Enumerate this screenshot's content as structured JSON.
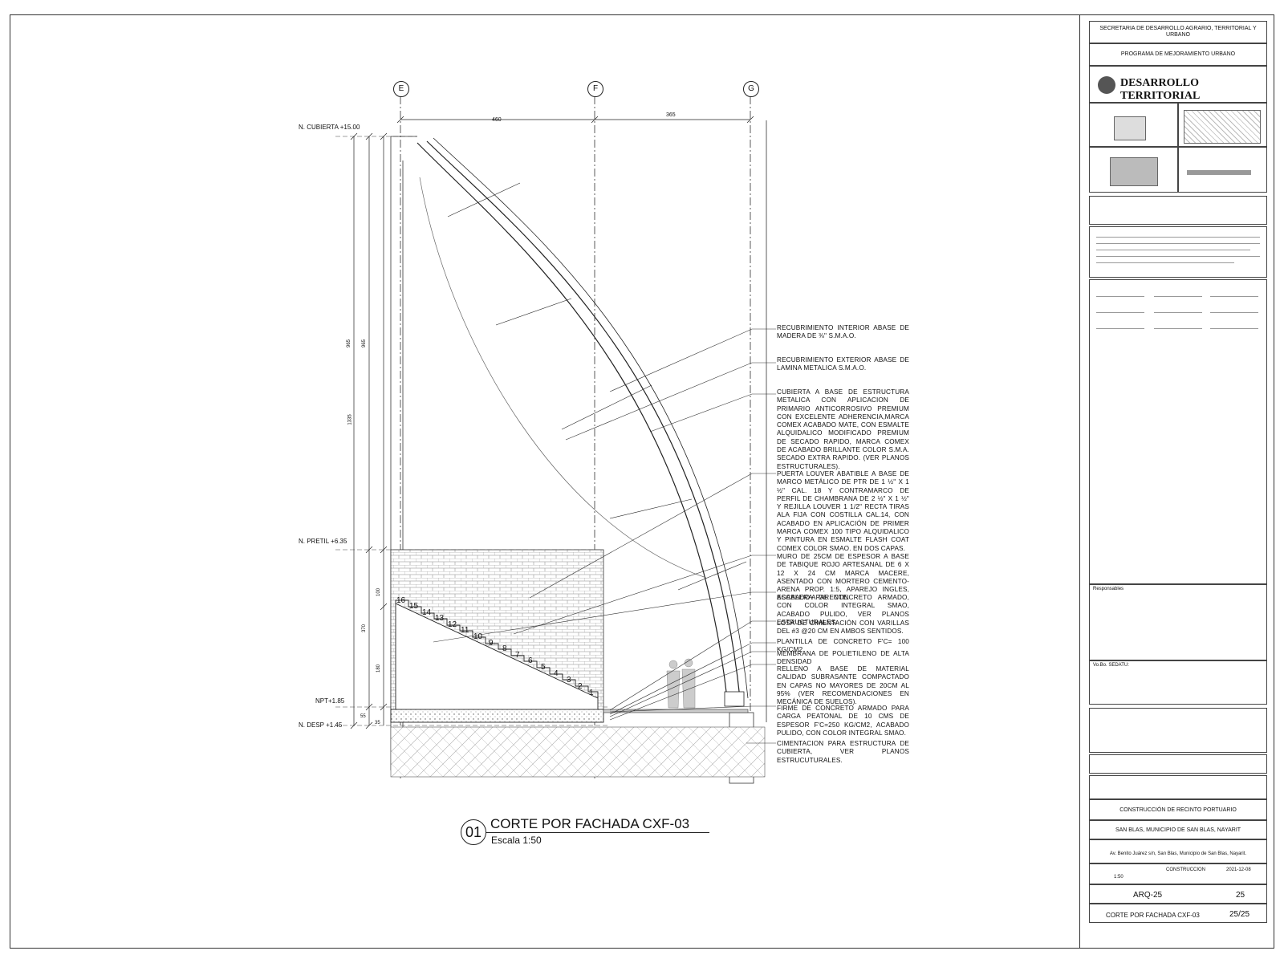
{
  "grid": [
    "E",
    "F",
    "G"
  ],
  "dims_top": [
    "460",
    "365"
  ],
  "levels": {
    "cubierta": "N. CUBIERTA +15.00",
    "pretil": "N. PRETIL +6.35",
    "npt": "NPT+1.85",
    "desp": "N. DESP +1.45"
  },
  "dims_left": [
    "965",
    "965",
    "1335",
    "100",
    "370",
    "180",
    "55",
    "35"
  ],
  "stair_numbers": [
    "16",
    "15",
    "14",
    "13",
    "12",
    "11",
    "10",
    "9",
    "8",
    "7",
    "6",
    "5",
    "4",
    "3",
    "2",
    "1"
  ],
  "notes": [
    "RECUBRIMIENTO INTERIOR ABASE DE MADERA DE ⅜\" S.M.A.O.",
    "RECUBRIMIENTO EXTERIOR ABASE DE LAMINA METALICA S.M.A.O.",
    "CUBIERTA A BASE DE ESTRUCTURA METALICA CON APLICACION DE PRIMARIO ANTICORROSIVO PREMIUM CON EXCELENTE ADHERENCIA,MARCA COMEX ACABADO MATE, CON ESMALTE ALQUIDALICO MODIFICADO PREMIUM DE SECADO RAPIDO, MARCA COMEX DE ACABADO BRILLANTE COLOR S.M.A. SECADO EXTRA RAPIDO. (VER PLANOS ESTRUCTURALES).",
    "PUERTA LOUVER ABATIBLE A BASE DE MARCO METÁLICO DE PTR DE 1 ½\" X 1 ½\" CAL. 18 Y CONTRAMARCO DE PERFIL DE CHAMBRANA DE 2 ½\" X 1 ½\" Y REJILLA LOUVER 1 1/2\" RECTA TIRAS ALA FIJA CON COSTILLA CAL.14, CON ACABADO EN APLICACIÓN DE PRIMER MARCA COMEX 100 TIPO ALQUIDALICO Y PINTURA EN ESMALTE FLASH COAT COMEX COLOR SMAO. EN DOS CAPAS.",
    "MURO DE 25CM DE ESPESOR A BASE DE TABIQUE ROJO ARTESANAL DE 6 X 12 X 24 CM MARCA MACERE, ASENTADO CON MORTERO CEMENTO-ARENA PROP. 1:5, APAREJO INGLES, ACABADO APARENTE.",
    "ESCALERA DE CONCRETO ARMADO, CON COLOR INTEGRAL SMAO, ACABADO PULIDO, VER PLANOS ESTRUCTURALES.",
    "LOSA DE CIMENTACIÓN CON VARILLAS DEL #3 @20 CM EN AMBOS SENTIDOS.",
    "PLANTILLA DE CONCRETO F'C= 100 KG/CM2",
    "MEMBRANA DE POLIETILENO DE ALTA DENSIDAD",
    "RELLENO A BASE DE MATERIAL CALIDAD SUBRASANTE COMPACTADO EN CAPAS NO MAYORES DE 20CM AL 95% (VER RECOMENDACIONES EN MECÁNICA DE SUELOS).",
    "FIRME DE CONCRETO ARMADO PARA CARGA PEATONAL DE 10 CMS DE ESPESOR f'c=250 KG/CM2, ACABADO PULIDO, CON COLOR INTEGRAL SMAO.",
    "CIMENTACION PARA ESTRUCTURA DE CUBIERTA, VER PLANOS ESTRUCUTURALES."
  ],
  "drawing_title": {
    "number": "01",
    "title": "CORTE POR FACHADA CXF-03",
    "scale": "Escala 1:50"
  },
  "titleblock": {
    "agency": "SECRETARIA DE DESARROLLO AGRARIO, TERRITORIAL Y URBANO",
    "program": "PROGRAMA DE MEJORAMIENTO URBANO",
    "logo_text": "DESARROLLO TERRITORIAL",
    "responsables": "Responsables",
    "vobo": "Vo.Bo. SEDATU:",
    "project": "CONSTRUCCIÓN DE RECINTO PORTUARIO",
    "location": "SAN BLAS, MUNICIPIO DE SAN BLAS, NAYARIT",
    "address": "Av. Benito Juárez s/n, San Blas, Municipio de San Blas, Nayarit.",
    "scale": "1:50",
    "stage": "CONSTRUCCION",
    "date": "2021-12-08",
    "sheet_code": "ARQ-25",
    "sheet_no": "25",
    "sheet_name": "CORTE POR FACHADA CXF-03",
    "sheet_count": "25/25"
  }
}
